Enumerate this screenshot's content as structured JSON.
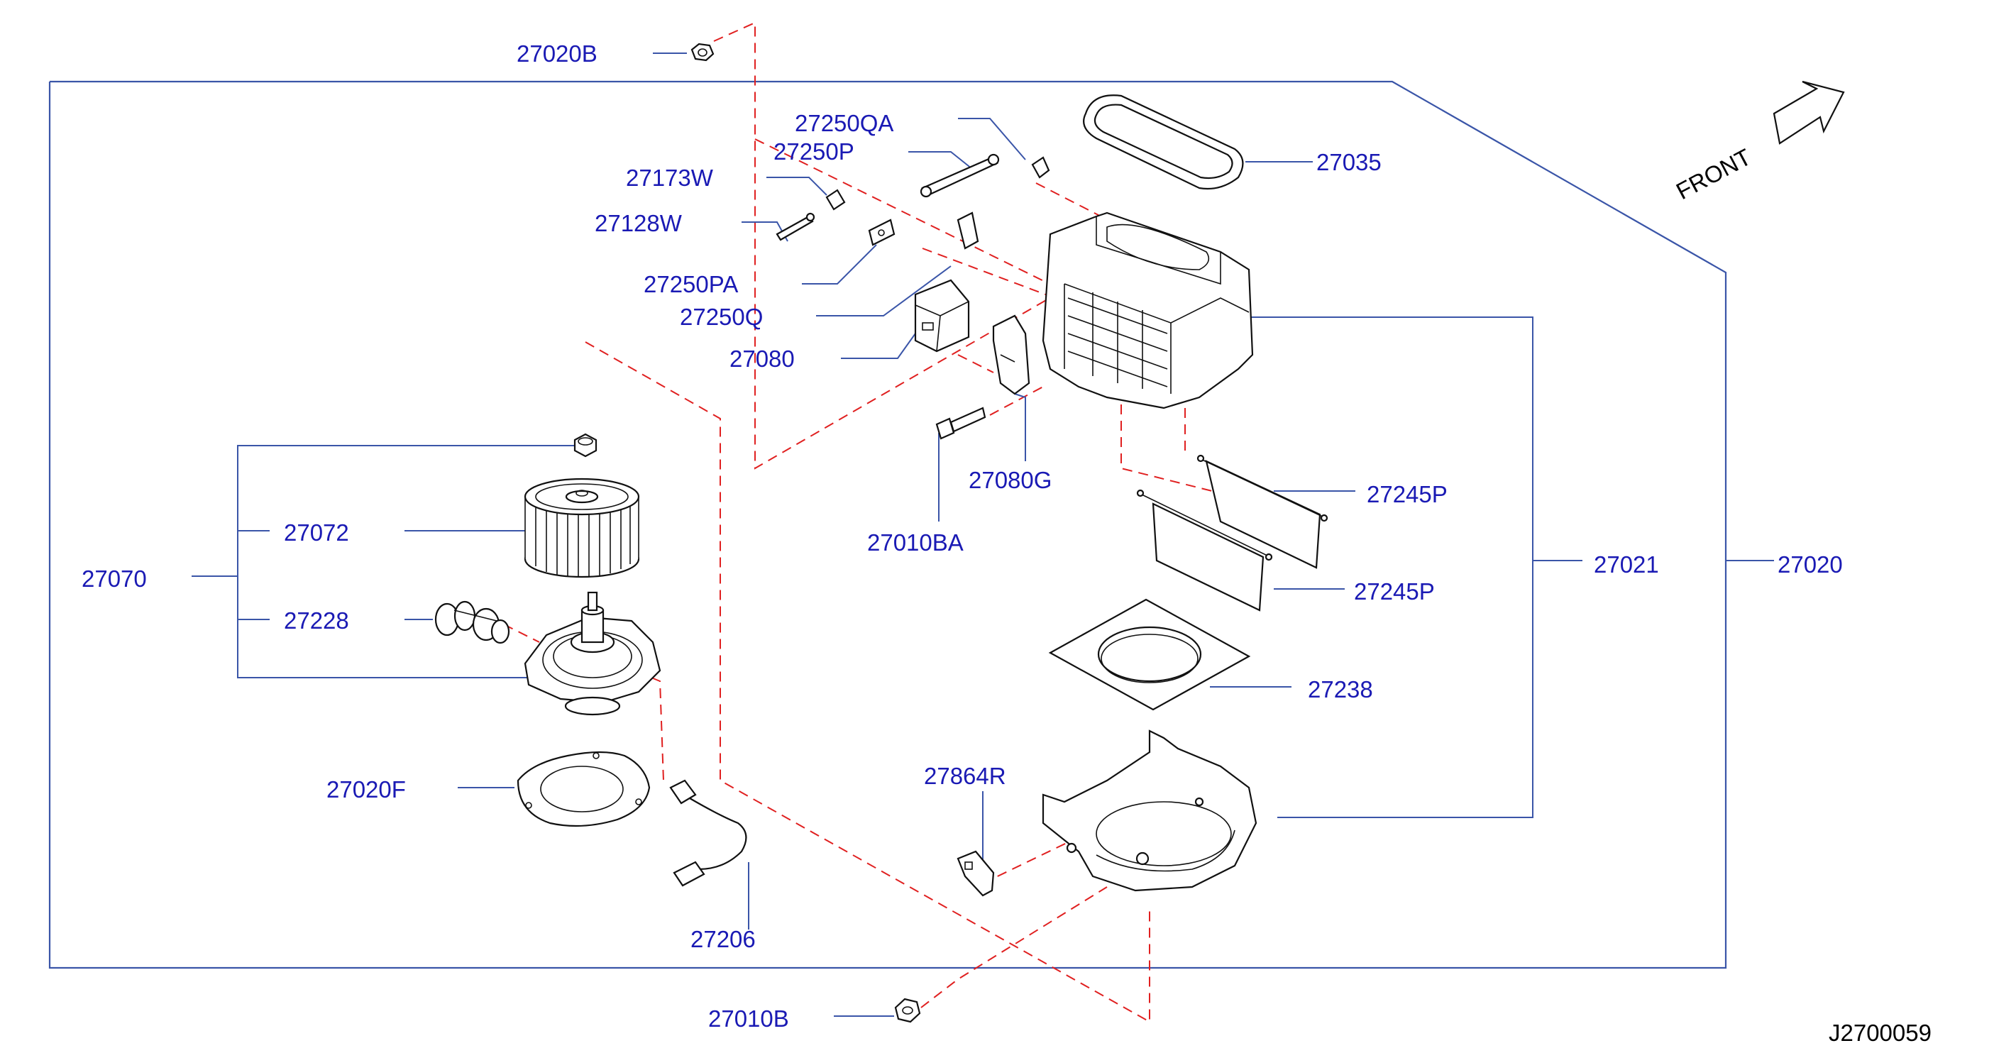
{
  "diagram": {
    "code": "J2700059",
    "direction_label": "FRONT",
    "callouts": [
      {
        "id": "27020B"
      },
      {
        "id": "27250QA"
      },
      {
        "id": "27250P"
      },
      {
        "id": "27173W"
      },
      {
        "id": "27128W"
      },
      {
        "id": "27250PA"
      },
      {
        "id": "27250Q"
      },
      {
        "id": "27080"
      },
      {
        "id": "27035"
      },
      {
        "id": "27080G"
      },
      {
        "id": "27010BA"
      },
      {
        "id": "27245P"
      },
      {
        "id": "27245P"
      },
      {
        "id": "27021"
      },
      {
        "id": "27020"
      },
      {
        "id": "27070"
      },
      {
        "id": "27072"
      },
      {
        "id": "27228"
      },
      {
        "id": "27238"
      },
      {
        "id": "27020F"
      },
      {
        "id": "27864R"
      },
      {
        "id": "27206"
      },
      {
        "id": "27010B"
      }
    ],
    "icons": [
      "front-arrow-icon",
      "nut-icon",
      "bolt-icon",
      "screw-icon"
    ]
  }
}
